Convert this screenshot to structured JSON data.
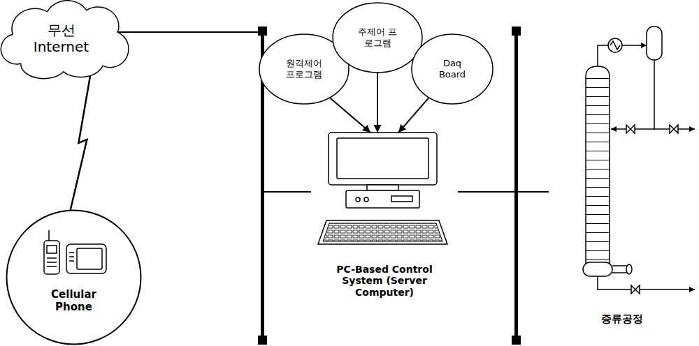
{
  "diagram": {
    "nodes": [
      {
        "text": [
          "무선 Internet"
        ]
      },
      {
        "text": [
          "Cellular Phone"
        ]
      },
      {
        "text": [
          "원격제어 프로그램"
        ]
      },
      {
        "text": [
          "주제어 프로그램"
        ]
      },
      {
        "text": [
          "Daq Board"
        ]
      },
      {
        "text": [
          "PC-Based Control System (Server Computer)"
        ]
      },
      {
        "text": [
          "증류공정"
        ]
      }
    ],
    "edges": [
      {
        "from": 0,
        "to": 1,
        "arrow": "none"
      },
      {
        "from": 0,
        "to": 5,
        "arrow": "none"
      },
      {
        "from": 2,
        "to": 5,
        "arrow": "to"
      },
      {
        "from": 3,
        "to": 5,
        "arrow": "to"
      },
      {
        "from": 4,
        "to": 5,
        "arrow": "to"
      },
      {
        "from": 5,
        "to": 6,
        "arrow": "none"
      }
    ]
  }
}
